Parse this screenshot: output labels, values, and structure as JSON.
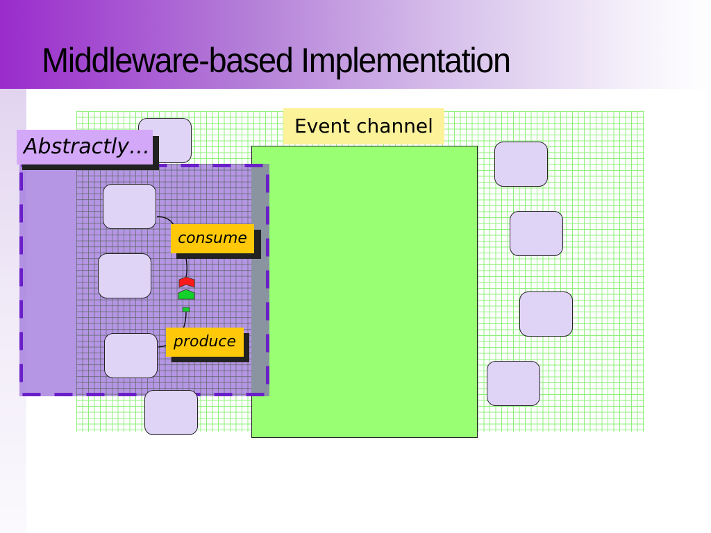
{
  "slide": {
    "title": "Middleware-based Implementation"
  },
  "diagram": {
    "event_channel": {
      "label": "Event channel",
      "fill": "#99ff73",
      "label_fill": "#fbf29a"
    },
    "abstract_region": {
      "label": "Abstractly…",
      "fill": "#a078dc",
      "border": "#6a1fc8",
      "label_fill": "#d4a8f8"
    },
    "operations": {
      "consume": {
        "label": "consume",
        "fill": "#ffc90a"
      },
      "produce": {
        "label": "produce",
        "fill": "#ffc90a"
      }
    },
    "node_fill": "#e0d4f6",
    "grid_color": "#8ef07a",
    "icons": [
      "red-chevron-arrow-icon",
      "green-arrow-icon",
      "green-port-icon"
    ],
    "left_nodes": 5,
    "right_nodes": 4
  }
}
